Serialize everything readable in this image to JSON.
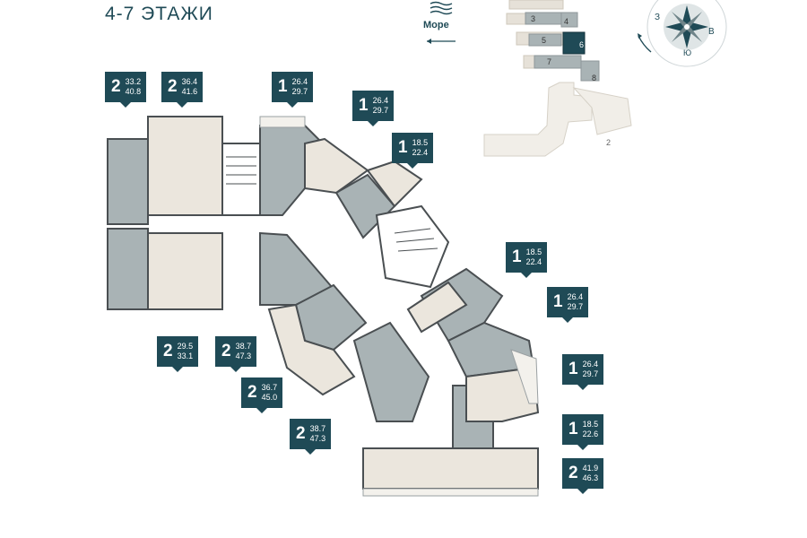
{
  "header": {
    "floor_title": "4-7 ЭТАЖИ"
  },
  "orientation": {
    "sea_label": "Море",
    "wind_rose_labels": {
      "west": "З",
      "east": "В",
      "south": "Ю"
    },
    "site_plan": {
      "sections": [
        "3",
        "4",
        "5",
        "6",
        "7",
        "8"
      ],
      "highlighted_section": "6",
      "second_phase_label": "2"
    }
  },
  "apartments": [
    {
      "id": "apt-1",
      "rooms": "2",
      "area_living": "33.2",
      "area_total": "40.8"
    },
    {
      "id": "apt-2",
      "rooms": "2",
      "area_living": "36.4",
      "area_total": "41.6"
    },
    {
      "id": "apt-3",
      "rooms": "1",
      "area_living": "26.4",
      "area_total": "29.7"
    },
    {
      "id": "apt-4",
      "rooms": "1",
      "area_living": "26.4",
      "area_total": "29.7"
    },
    {
      "id": "apt-5",
      "rooms": "1",
      "area_living": "18.5",
      "area_total": "22.4"
    },
    {
      "id": "apt-6",
      "rooms": "1",
      "area_living": "18.5",
      "area_total": "22.4"
    },
    {
      "id": "apt-7",
      "rooms": "1",
      "area_living": "26.4",
      "area_total": "29.7"
    },
    {
      "id": "apt-8",
      "rooms": "2",
      "area_living": "29.5",
      "area_total": "33.1"
    },
    {
      "id": "apt-9",
      "rooms": "2",
      "area_living": "38.7",
      "area_total": "47.3"
    },
    {
      "id": "apt-10",
      "rooms": "1",
      "area_living": "26.4",
      "area_total": "29.7"
    },
    {
      "id": "apt-11",
      "rooms": "2",
      "area_living": "36.7",
      "area_total": "45.0"
    },
    {
      "id": "apt-12",
      "rooms": "2",
      "area_living": "38.7",
      "area_total": "47.3"
    },
    {
      "id": "apt-13",
      "rooms": "1",
      "area_living": "18.5",
      "area_total": "22.6"
    },
    {
      "id": "apt-14",
      "rooms": "2",
      "area_living": "41.9",
      "area_total": "46.3"
    }
  ],
  "colors": {
    "accent": "#1f4a56",
    "unit_dark": "#a9b3b5",
    "unit_light": "#ebe6dd",
    "wall": "#4a4f52"
  }
}
